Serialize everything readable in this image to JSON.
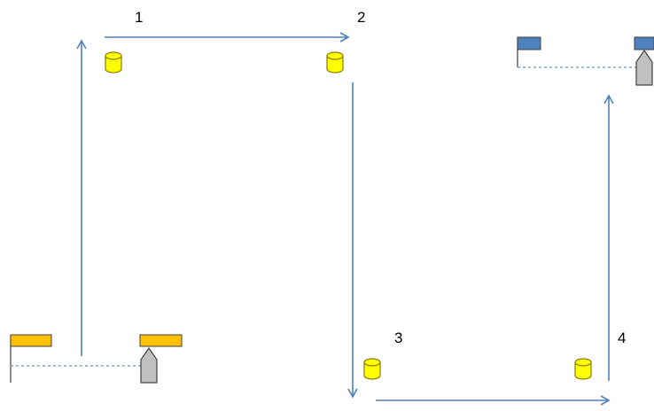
{
  "steps": [
    {
      "label": "1"
    },
    {
      "label": "2"
    },
    {
      "label": "3"
    },
    {
      "label": "4"
    }
  ],
  "colors": {
    "arrow": "#4f81bd",
    "cylinder_fill": "#ffff00",
    "cylinder_stroke": "#8a7a00",
    "start_flag": "#ffc000",
    "end_flag": "#4f81bd",
    "flag_stroke": "#404040",
    "tool_fill": "#c0c0c0",
    "tool_stroke": "#404040",
    "dashed_line": "#6f8fb8"
  }
}
